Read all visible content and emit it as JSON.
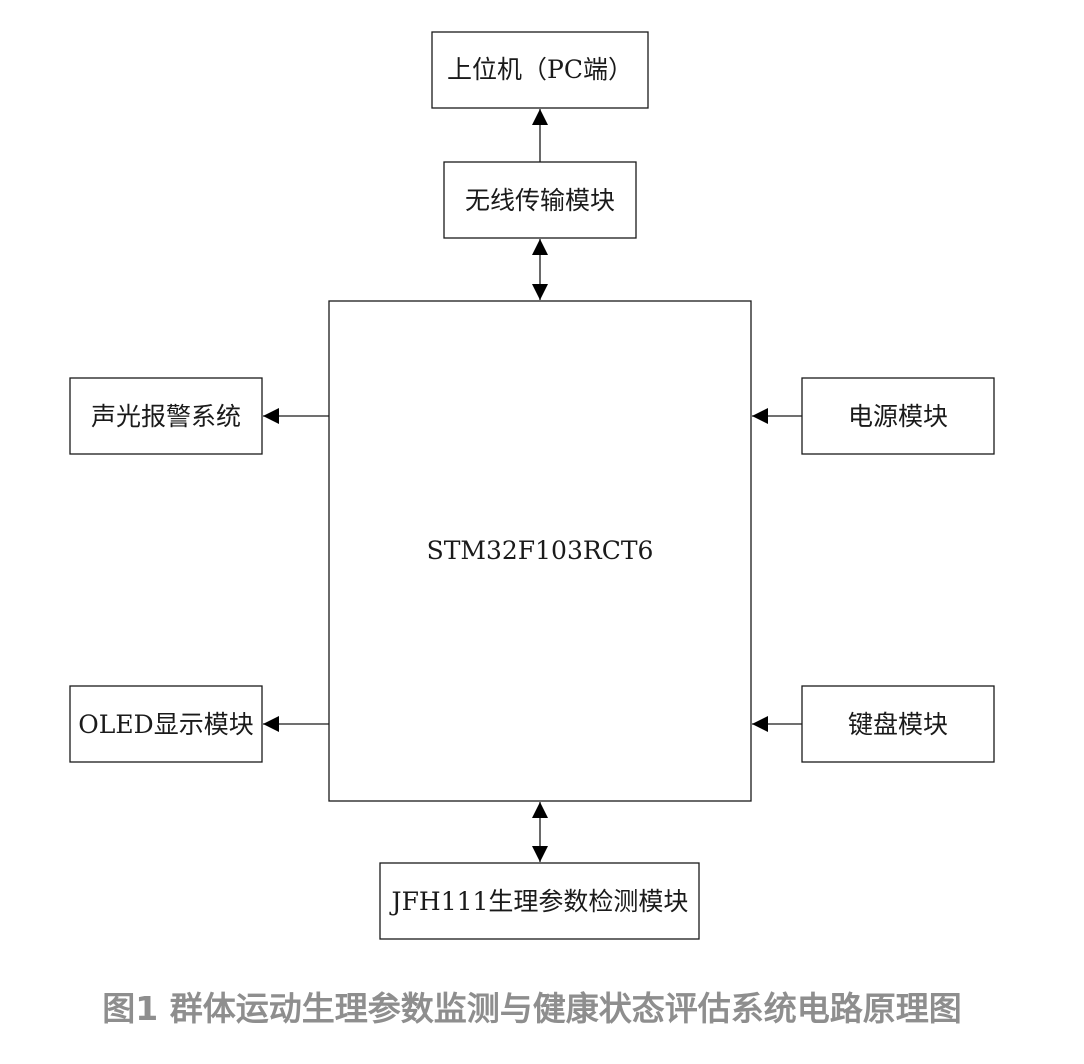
{
  "diagram": {
    "mcu": "STM32F103RCT6",
    "modules": {
      "pc": "上位机（PC端）",
      "wireless": "无线传输模块",
      "alarm": "声光报警系统",
      "power": "电源模块",
      "oled": "OLED显示模块",
      "keyboard": "键盘模块",
      "sensor": "JFH111生理参数检测模块"
    },
    "connections": [
      {
        "from": "wireless",
        "to": "pc",
        "direction": "one-way"
      },
      {
        "from": "mcu",
        "to": "wireless",
        "direction": "two-way"
      },
      {
        "from": "mcu",
        "to": "alarm",
        "direction": "one-way"
      },
      {
        "from": "power",
        "to": "mcu",
        "direction": "one-way"
      },
      {
        "from": "mcu",
        "to": "oled",
        "direction": "one-way"
      },
      {
        "from": "keyboard",
        "to": "mcu",
        "direction": "one-way"
      },
      {
        "from": "mcu",
        "to": "sensor",
        "direction": "two-way"
      }
    ]
  },
  "caption": "图1 群体运动生理参数监测与健康状态评估系统电路原理图"
}
